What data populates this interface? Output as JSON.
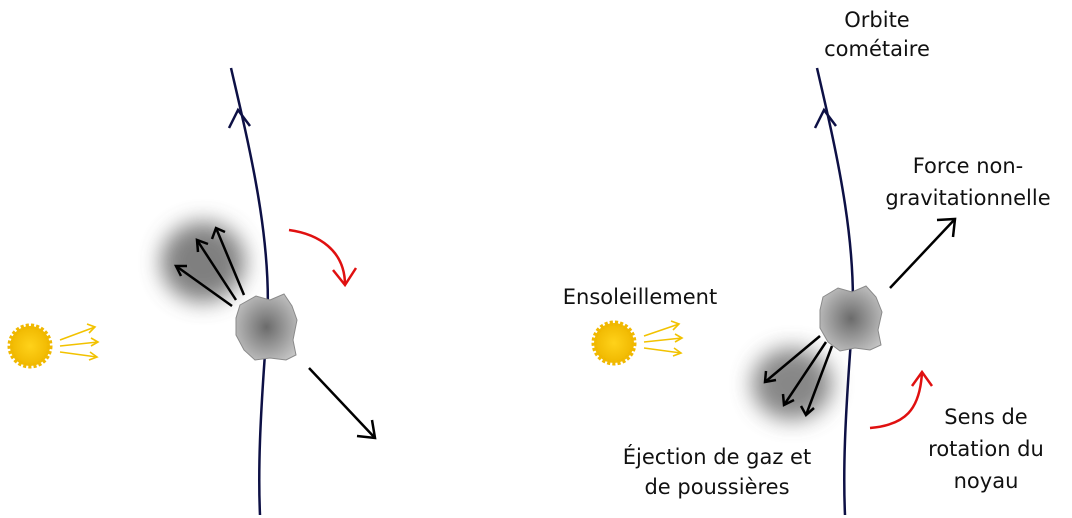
{
  "labels": {
    "orbit_line1": "Orbite",
    "orbit_line2": "cométaire",
    "force_line1": "Force non-",
    "force_line2": "gravitationnelle",
    "sunlight": "Ensoleillement",
    "ejection_line1": "Éjection de gaz et",
    "ejection_line2": "de poussières",
    "rotation_line1": "Sens de",
    "rotation_line2": "rotation du",
    "rotation_line3": "noyau"
  },
  "colors": {
    "orbit": "#0d1045",
    "sun": "#f2c200",
    "rotation_arrow": "#e01010",
    "force_arrow": "#000000",
    "nucleus": "#9a9a9a"
  }
}
